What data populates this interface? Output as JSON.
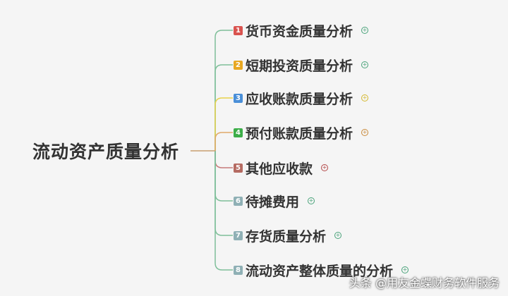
{
  "root": {
    "label": "流动资产质量分析"
  },
  "branches": [
    {
      "number": "1",
      "label": "货币资金质量分析",
      "badge_color": "#d9534f",
      "line_color": "#7fbf9a",
      "expand_color": "#4aa37a"
    },
    {
      "number": "2",
      "label": "短期投资质量分析",
      "badge_color": "#e8a822",
      "line_color": "#7fbf9a",
      "expand_color": "#4aa37a"
    },
    {
      "number": "3",
      "label": "应收账款质量分析",
      "badge_color": "#4a8fd8",
      "line_color": "#e8d24a",
      "expand_color": "#d4b82e"
    },
    {
      "number": "4",
      "label": "预付账款质量分析",
      "badge_color": "#3dae49",
      "line_color": "#e0a96a",
      "expand_color": "#c98a3a"
    },
    {
      "number": "5",
      "label": "其他应收款",
      "badge_color": "#b56b62",
      "line_color": "#c77a7a",
      "expand_color": "#b34747"
    },
    {
      "number": "6",
      "label": "待摊费用",
      "badge_color": "#8fb0b5",
      "line_color": "#7fbf9a",
      "expand_color": "#4aa37a"
    },
    {
      "number": "7",
      "label": "存货质量分析",
      "badge_color": "#8fb0b5",
      "line_color": "#7fbf9a",
      "expand_color": "#4aa37a"
    },
    {
      "number": "8",
      "label": "流动资产整体质量的分析",
      "badge_color": "#8fb0b5",
      "line_color": "#7fbf9a",
      "expand_color": "#4aa37a"
    }
  ],
  "expand_symbol": "+",
  "watermark": "头条 @用友金蝶财务软件服务"
}
